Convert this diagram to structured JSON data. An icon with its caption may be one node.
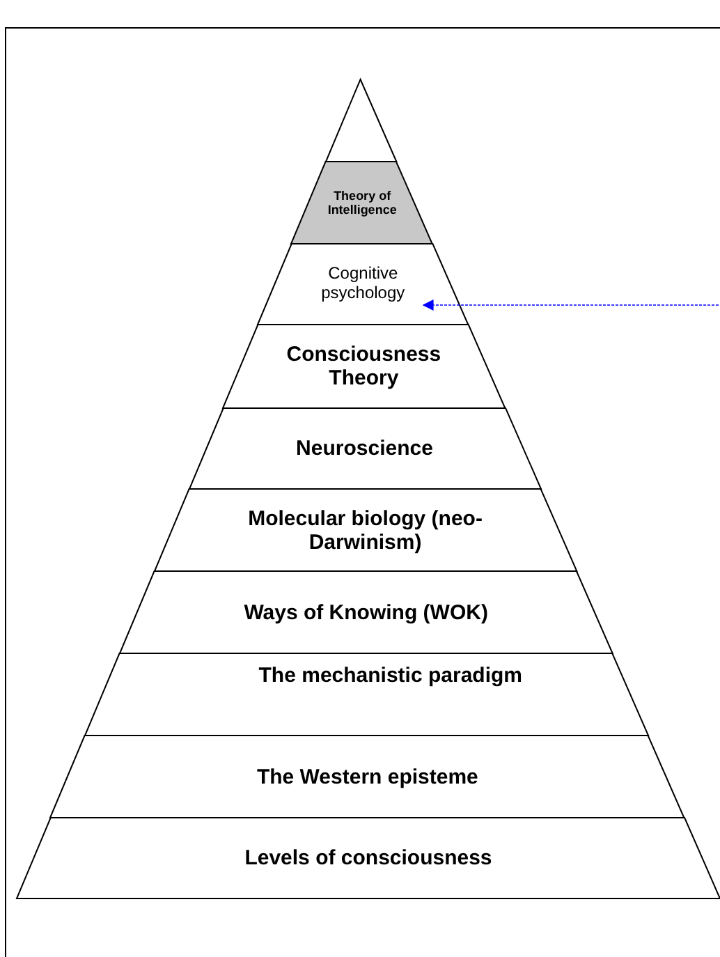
{
  "diagram": {
    "nodes": [
      {
        "text": [],
        "shape": "triangle"
      },
      {
        "text": [
          "Theory of Intelligence"
        ]
      },
      {
        "text": [
          "Cognitive psychology"
        ]
      },
      {
        "text": [
          "Consciousness Theory"
        ]
      },
      {
        "text": [
          "Neuroscience"
        ]
      },
      {
        "text": [
          "Molecular biology (neo-Darwinism)"
        ]
      },
      {
        "text": [
          "Ways of Knowing (WOK)"
        ]
      },
      {
        "text": [
          "The mechanistic paradigm"
        ]
      },
      {
        "text": [
          "The Western episteme"
        ]
      },
      {
        "text": [
          "Levels of consciousness"
        ]
      }
    ],
    "edges": [
      {
        "from": null,
        "to": 2,
        "arrow": "to",
        "style": "dashed",
        "color": "#0000ff"
      }
    ]
  }
}
